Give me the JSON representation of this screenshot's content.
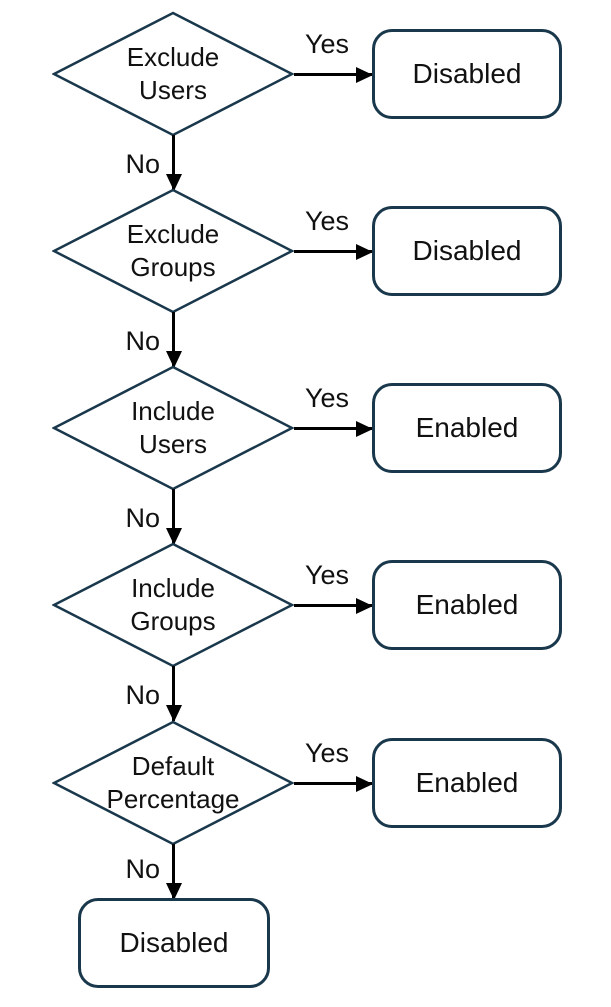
{
  "palette": {
    "background": "#ffffff",
    "shape_stroke": "#1a384c",
    "shape_fill": "#ffffff",
    "arrow_color": "#000000",
    "text_color": "#111111"
  },
  "flowchart": {
    "rows": [
      {
        "condition": "Exclude\nUsers",
        "yes_label": "Yes",
        "no_label": "No",
        "outcome": "Disabled"
      },
      {
        "condition": "Exclude\nGroups",
        "yes_label": "Yes",
        "no_label": "No",
        "outcome": "Disabled"
      },
      {
        "condition": "Include\nUsers",
        "yes_label": "Yes",
        "no_label": "No",
        "outcome": "Enabled"
      },
      {
        "condition": "Include\nGroups",
        "yes_label": "Yes",
        "no_label": "No",
        "outcome": "Enabled"
      },
      {
        "condition": "Default\nPercentage",
        "yes_label": "Yes",
        "no_label": "No",
        "outcome": "Enabled"
      }
    ],
    "final_no_label": "No",
    "final_outcome": "Disabled"
  }
}
